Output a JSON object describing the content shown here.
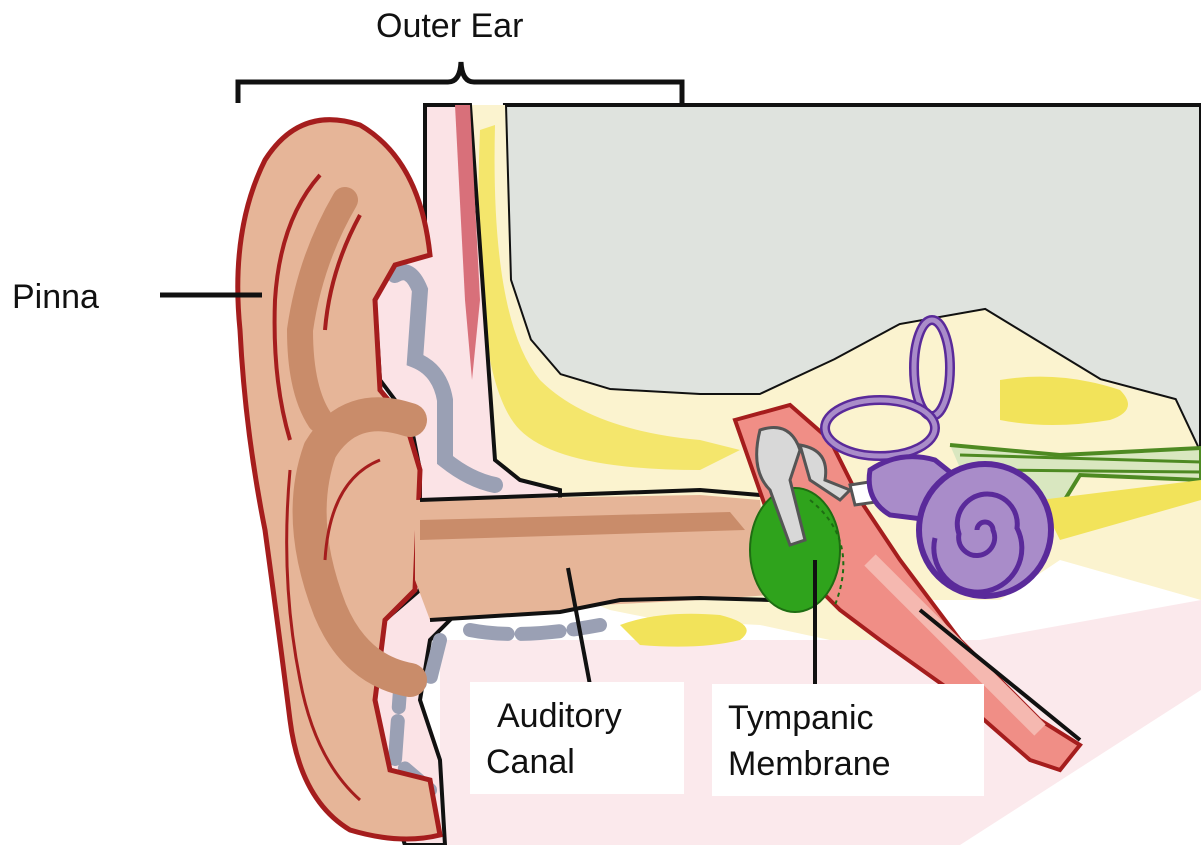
{
  "diagram": {
    "labels": {
      "outer_ear": "Outer Ear",
      "pinna": "Pinna",
      "auditory_canal_line1": "Auditory",
      "auditory_canal_line2": "Canal",
      "tympanic_line1": "Tympanic",
      "tympanic_line2": "Membrane"
    },
    "colors": {
      "skin": "#e6b598",
      "skin_dark": "#c98c6a",
      "outline_red": "#a51d1d",
      "canal_pink": "#fbe3e6",
      "cartilage_grey": "#9aa0b4",
      "bone_cream": "#fbf3cf",
      "bone_yellow": "#f2e35a",
      "brain_grey": "#dfe3de",
      "tympanic_green": "#2fa31c",
      "cochlea_purple": "#a98cc9",
      "cochlea_outline": "#5a2a9a",
      "tube_red": "#f08e86",
      "ossicle_grey": "#d8d8d8",
      "nerve_green": "#4e8a22"
    }
  }
}
